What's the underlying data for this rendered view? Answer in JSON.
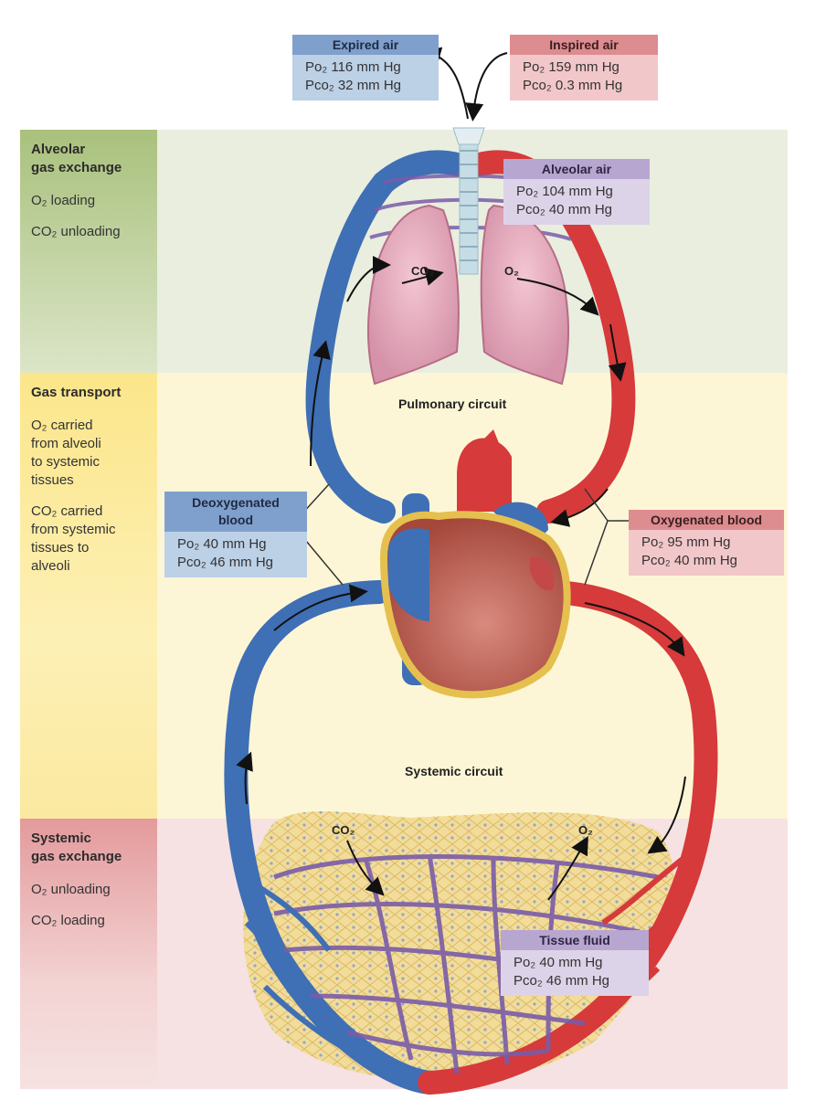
{
  "bands": {
    "alveolar": {
      "title_1": "Alveolar",
      "title_2": "gas exchange",
      "line_1": "O₂ loading",
      "line_2": "CO₂ unloading"
    },
    "transport": {
      "title": "Gas transport",
      "line_1a": "O₂ carried",
      "line_1b": "from alveoli",
      "line_1c": "to systemic",
      "line_1d": "tissues",
      "line_2a": "CO₂ carried",
      "line_2b": "from systemic",
      "line_2c": "tissues to",
      "line_2d": "alveoli"
    },
    "systemic": {
      "title_1": "Systemic",
      "title_2": "gas exchange",
      "line_1": "O₂ unloading",
      "line_2": "CO₂ loading"
    }
  },
  "boxes": {
    "expired": {
      "title": "Expired air",
      "po2": "Po₂ 116 mm Hg",
      "pco2": "Pco₂ 32 mm Hg"
    },
    "inspired": {
      "title": "Inspired air",
      "po2": "Po₂ 159 mm Hg",
      "pco2": "Pco₂ 0.3 mm Hg"
    },
    "alveolar_air": {
      "title": "Alveolar air",
      "po2": "Po₂ 104 mm Hg",
      "pco2": "Pco₂ 40 mm Hg"
    },
    "deoxygenated": {
      "title_1": "Deoxygenated",
      "title_2": "blood",
      "po2": "Po₂ 40 mm Hg",
      "pco2": "Pco₂ 46 mm Hg"
    },
    "oxygenated": {
      "title": "Oxygenated blood",
      "po2": "Po₂ 95 mm Hg",
      "pco2": "Pco₂ 40 mm Hg"
    },
    "tissue_fluid": {
      "title": "Tissue fluid",
      "po2": "Po₂ 40 mm Hg",
      "pco2": "Pco₂ 46 mm Hg"
    }
  },
  "labels": {
    "pulmonary_circuit": "Pulmonary circuit",
    "systemic_circuit": "Systemic circuit",
    "lung_co2": "CO₂",
    "lung_o2": "O₂",
    "tissue_co2": "CO₂",
    "tissue_o2": "O₂"
  },
  "colors": {
    "alveolar_band": "#e9eedf",
    "transport_band": "#fdf6d6",
    "systemic_band": "#f6e2e2",
    "deoxygenated": "#3f6fb5",
    "oxygenated": "#d63a3a",
    "capillary": "#7a5ca8"
  }
}
